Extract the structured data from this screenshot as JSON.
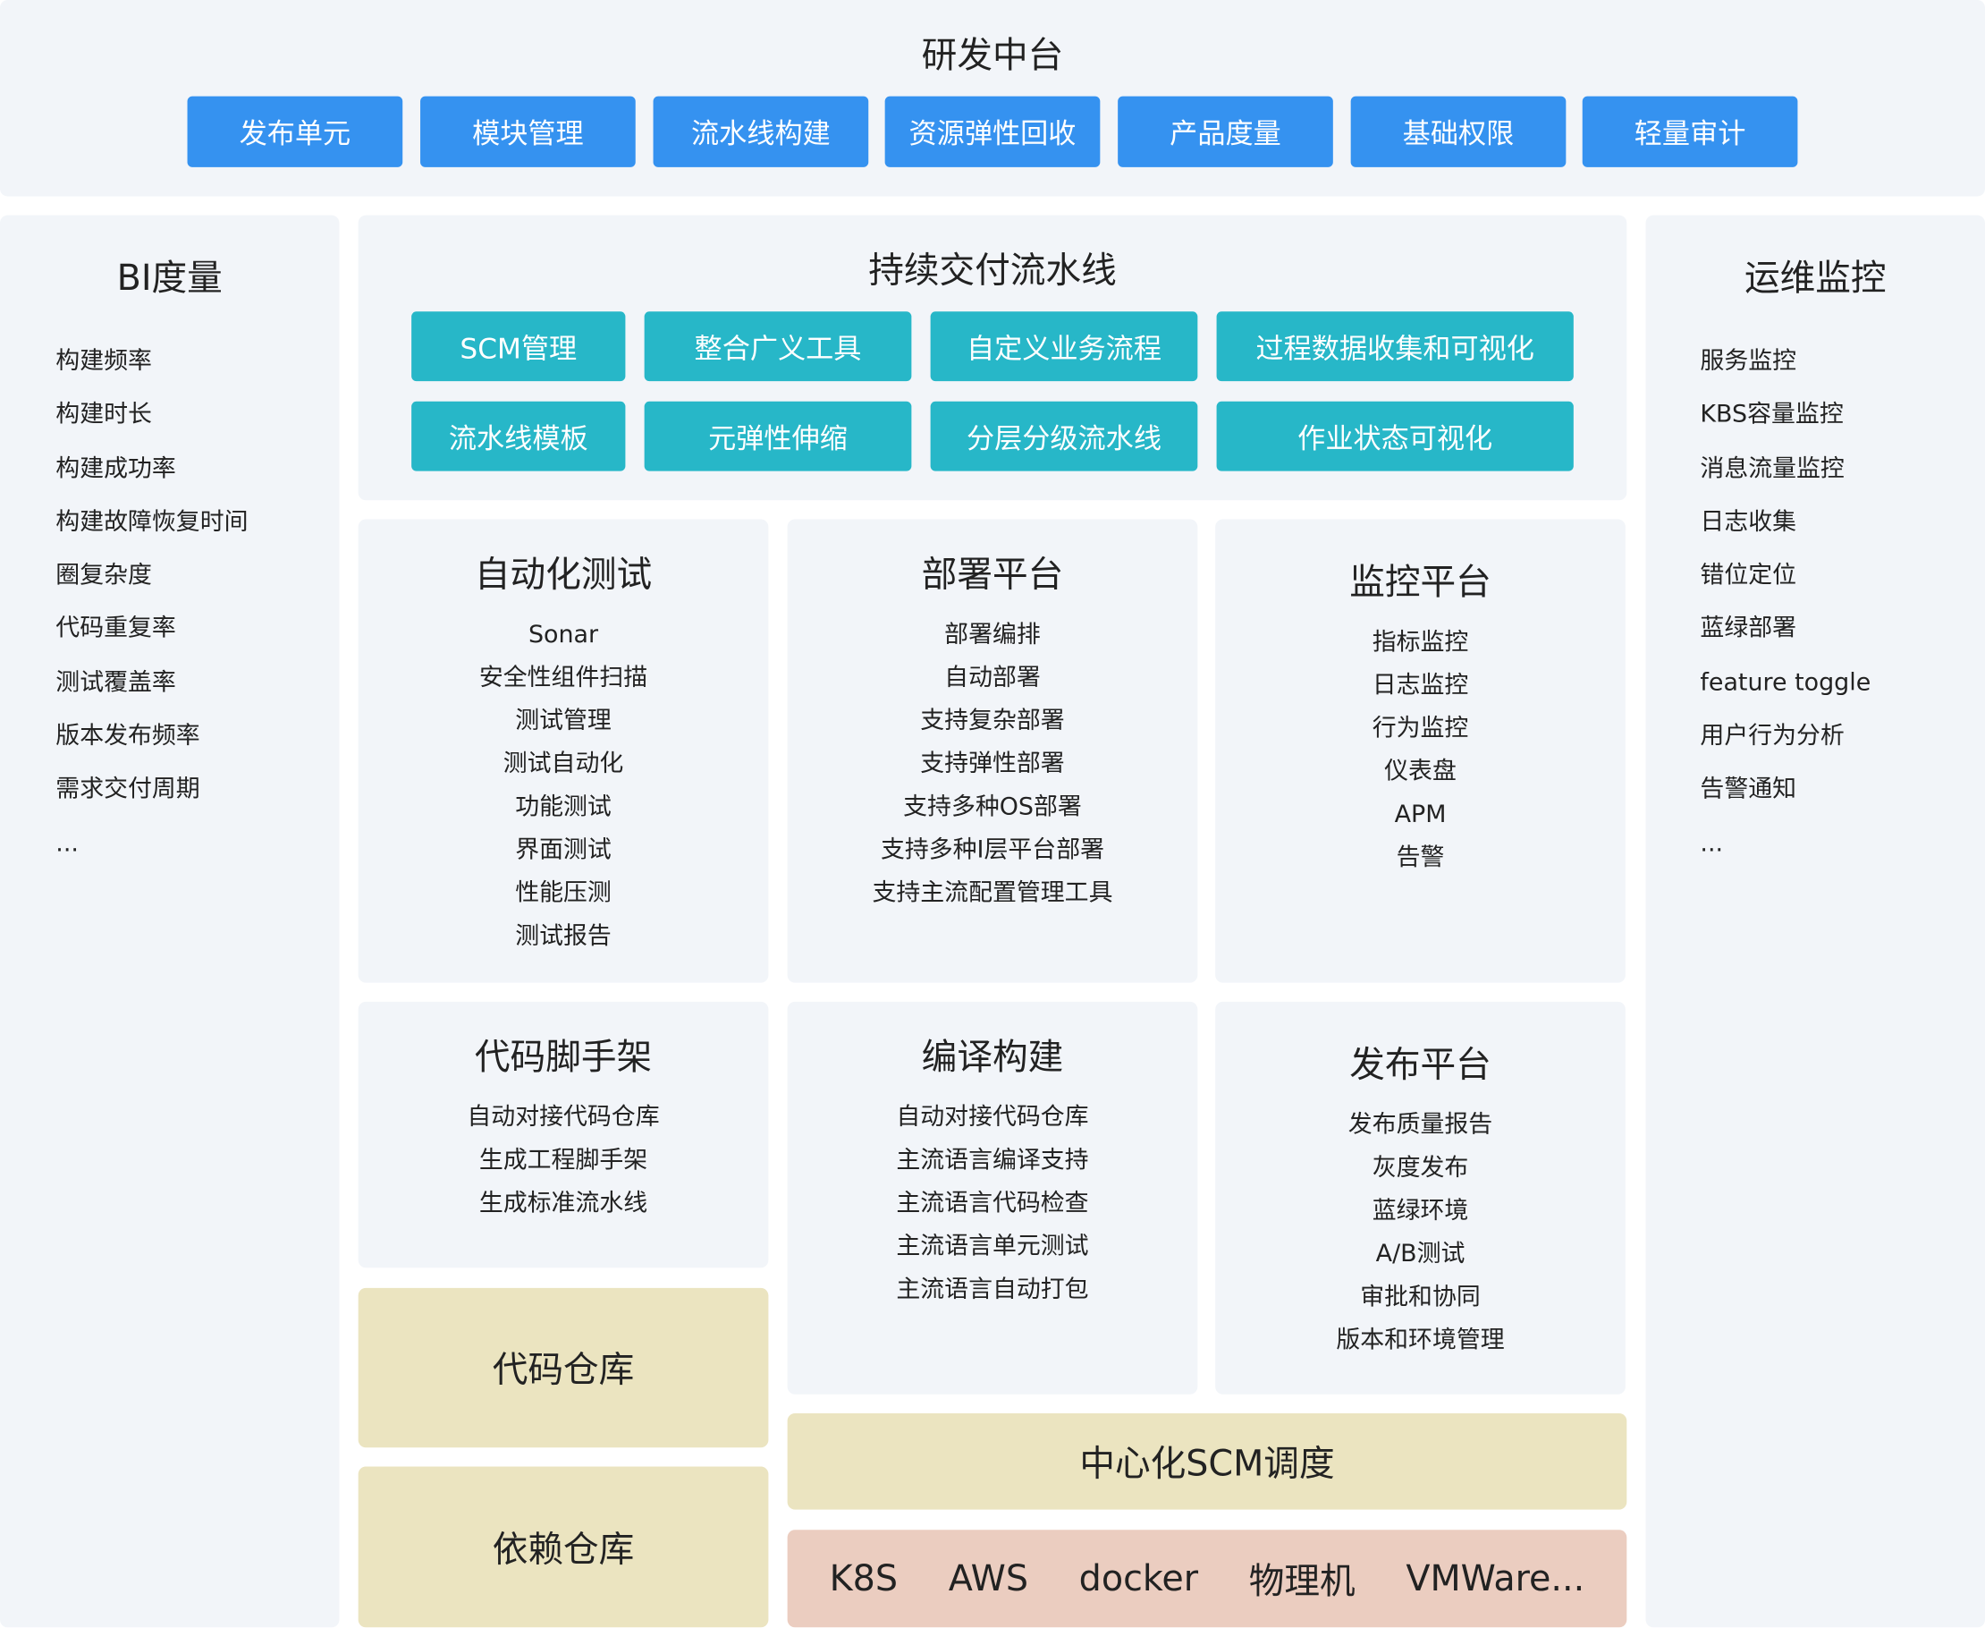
{
  "top": {
    "title": "研发中台",
    "buttons": [
      "发布单元",
      "模块管理",
      "流水线构建",
      "资源弹性回收",
      "产品度量",
      "基础权限",
      "轻量审计"
    ]
  },
  "bi": {
    "title": "BI度量",
    "items": [
      "构建频率",
      "构建时长",
      "构建成功率",
      "构建故障恢复时间",
      "圈复杂度",
      "代码重复率",
      "测试覆盖率",
      "版本发布频率",
      "需求交付周期",
      "..."
    ]
  },
  "ops": {
    "title": "运维监控",
    "items": [
      "服务监控",
      "KBS容量监控",
      "消息流量监控",
      "日志收集",
      "错位定位",
      "蓝绿部署",
      "feature toggle",
      "用户行为分析",
      "告警通知",
      "..."
    ]
  },
  "cd": {
    "title": "持续交付流水线",
    "buttons": [
      "SCM管理",
      "整合广义工具",
      "自定义业务流程",
      "过程数据收集和可视化",
      "流水线模板",
      "元弹性伸缩",
      "分层分级流水线",
      "作业状态可视化"
    ]
  },
  "autotest": {
    "title": "自动化测试",
    "items": [
      "Sonar",
      "安全性组件扫描",
      "测试管理",
      "测试自动化",
      "功能测试",
      "界面测试",
      "性能压测",
      "测试报告"
    ]
  },
  "deploy": {
    "title": "部署平台",
    "items": [
      "部署编排",
      "自动部署",
      "支持复杂部署",
      "支持弹性部署",
      "支持多种OS部署",
      "支持多种I层平台部署",
      "支持主流配置管理工具"
    ]
  },
  "monitor": {
    "title": "监控平台",
    "items": [
      "指标监控",
      "日志监控",
      "行为监控",
      "仪表盘",
      "APM",
      "告警"
    ]
  },
  "scaffold": {
    "title": "代码脚手架",
    "items": [
      "自动对接代码仓库",
      "生成工程脚手架",
      "生成标准流水线"
    ]
  },
  "compile": {
    "title": "编译构建",
    "items": [
      "自动对接代码仓库",
      "主流语言编译支持",
      "主流语言代码检查",
      "主流语言单元测试",
      "主流语言自动打包"
    ]
  },
  "release": {
    "title": "发布平台",
    "items": [
      "发布质量报告",
      "灰度发布",
      "蓝绿环境",
      "A/B测试",
      "审批和协同",
      "版本和环境管理"
    ]
  },
  "code_repo": "代码仓库",
  "dep_repo": "依赖仓库",
  "scm": "中心化SCM调度",
  "infra": [
    "K8S",
    "AWS",
    "docker",
    "物理机",
    "VMWare..."
  ],
  "colors": {
    "blue": "#3592f0",
    "teal": "#27b7c8",
    "panel": "#f2f5f9",
    "yellow": "#ebe4c0",
    "pink": "#ebcdc0"
  }
}
